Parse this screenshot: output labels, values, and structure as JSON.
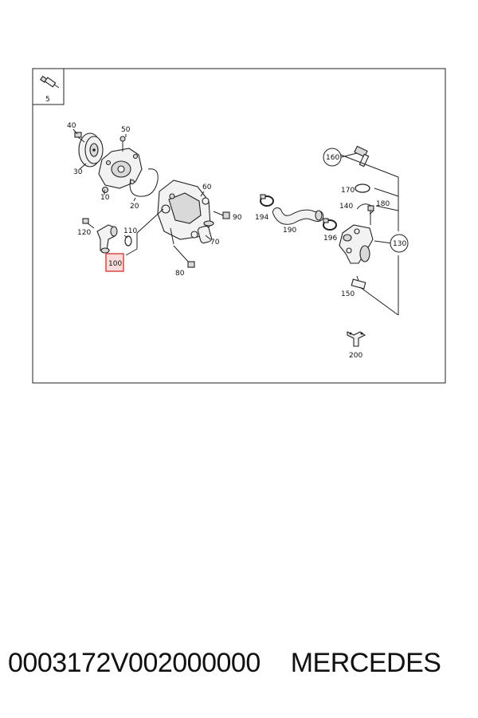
{
  "frame_label": "5",
  "callouts": {
    "c10": "10",
    "c20": "20",
    "c30": "30",
    "c40": "40",
    "c50": "50",
    "c60": "60",
    "c70": "70",
    "c80": "80",
    "c90": "90",
    "c100": "100",
    "c110": "110",
    "c120": "120",
    "c130": "130",
    "c140": "140",
    "c150": "150",
    "c160": "160",
    "c170": "170",
    "c180": "180",
    "c190": "190",
    "c194": "194",
    "c196": "196",
    "c200": "200"
  },
  "highlighted_callout": "100",
  "colors": {
    "highlight": "#d9534f",
    "line": "#222222"
  },
  "caption": {
    "part_number": "0003172V002000000",
    "brand": "MERCEDES"
  }
}
